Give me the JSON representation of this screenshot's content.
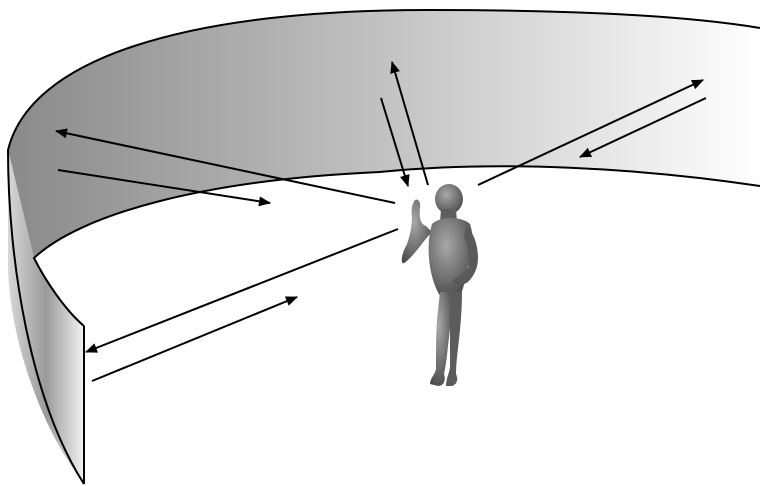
{
  "diagram": {
    "colors": {
      "wall_dark": "#8a8a8a",
      "wall_light": "#ffffff",
      "outline": "#000000",
      "figure": "#6e6e6e",
      "background": "#ffffff"
    },
    "elements": [
      "curved-wall",
      "human-figure",
      "sound-rays"
    ]
  }
}
